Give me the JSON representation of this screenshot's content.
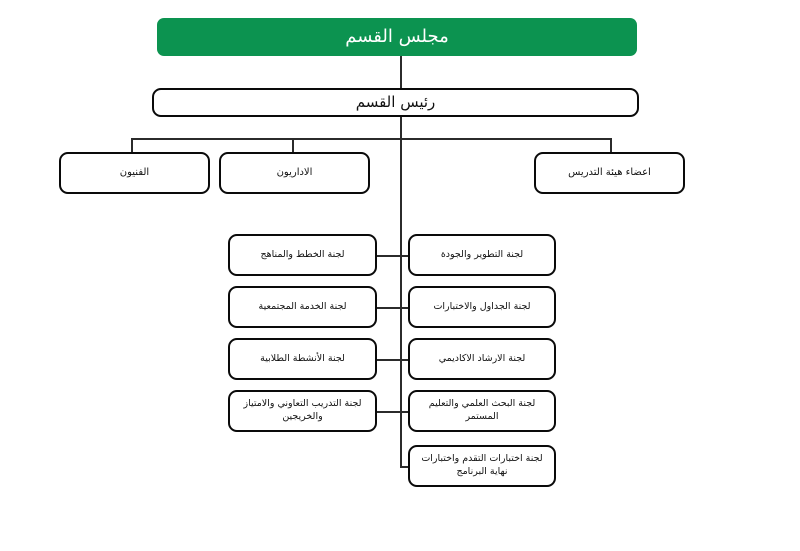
{
  "chart": {
    "type": "org-chart",
    "language": "ar",
    "direction": "rtl",
    "colors": {
      "accent": "#0c9350",
      "box_border": "#0a0a0a",
      "box_fill": "#ffffff",
      "connector": "#2b2b2b",
      "root_text": "#ffffff",
      "node_text": "#111111"
    },
    "root": {
      "label": "مجلس القسم"
    },
    "head": {
      "label": "رئيس القسم"
    },
    "units": [
      {
        "label": "الفنيون"
      },
      {
        "label": "الاداريون"
      },
      {
        "label": "اعضاء هيئة التدريس"
      }
    ],
    "committees_left": [
      {
        "label": "لجنة الخطط والمناهج"
      },
      {
        "label": "لجنة الخدمة المجتمعية"
      },
      {
        "label": "لجنة الأنشطة الطلابية"
      },
      {
        "label": "لجنة التدريب التعاوني والامتياز والخريجين"
      }
    ],
    "committees_right": [
      {
        "label": "لجنة التطوير والجودة"
      },
      {
        "label": "لجنة الجداول والاختبارات"
      },
      {
        "label": "لجنة الارشاد الاكاديمي"
      },
      {
        "label": "لجنة البحث العلمي والتعليم المستمر"
      },
      {
        "label": "لجنة اختبارات التقدم واختبارات نهاية البرنامج"
      }
    ]
  }
}
